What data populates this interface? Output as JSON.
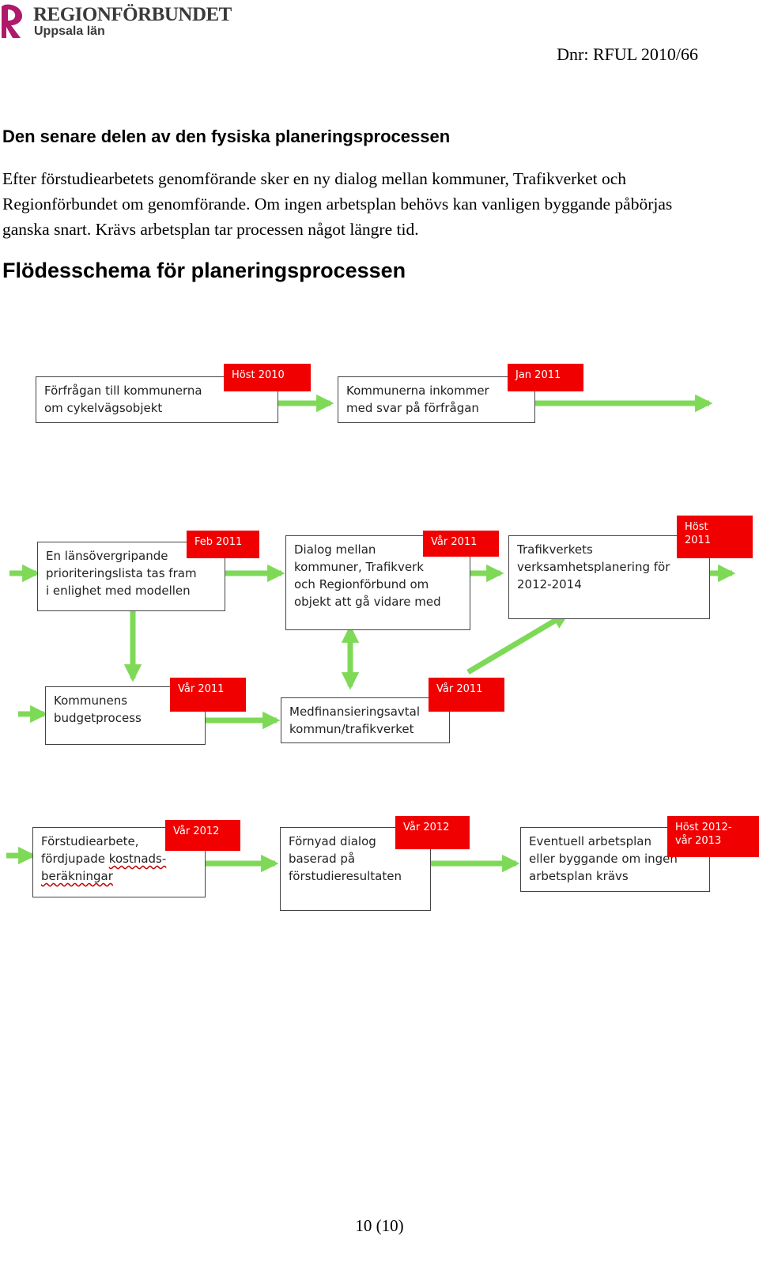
{
  "header": {
    "logo_name": "REGIONFÖRBUNDET",
    "logo_sub": "Uppsala län",
    "dnr": "Dnr: RFUL 2010/66"
  },
  "section": {
    "heading": "Den senare delen av den fysiska planeringsprocessen",
    "body": "Efter förstudiearbetets genomförande sker en ny dialog mellan kommuner, Trafikverket och Regionförbundet om genomförande. Om ingen arbetsplan behövs kan vanligen byggande påbörjas ganska snart. Krävs arbetsplan tar processen något längre tid."
  },
  "flow": {
    "heading": "Flödesschema för planeringsprocessen",
    "boxes": [
      {
        "id": "box1",
        "text": "Förfrågan till kommunerna\nom cykelvägsobjekt",
        "tag": "Höst 2010"
      },
      {
        "id": "box2",
        "text": "Kommunerna inkommer\nmed svar på förfrågan",
        "tag": "Jan 2011"
      },
      {
        "id": "box3",
        "text": "En länsövergripande\nprioriteringslista tas fram\ni enlighet med modellen",
        "tag": "Feb 2011"
      },
      {
        "id": "box4",
        "text": "Dialog mellan\nkommuner, Trafikverk\noch Regionförbund om\nobjekt att gå vidare med",
        "tag": "Vår 2011"
      },
      {
        "id": "box5",
        "text": "Trafikverkets\nverksamhetsplanering för\n2012-2014",
        "tag": "Höst\n2011"
      },
      {
        "id": "box6",
        "text": "Kommunens\nbudgetprocess",
        "tag": "Vår 2011"
      },
      {
        "id": "box7",
        "text": "Medfinansieringsavtal\nkommun/trafikverket",
        "tag": "Vår 2011"
      },
      {
        "id": "box8",
        "text_line1": "Förstudiearbete,",
        "text_line2_prefix": "fördjupade ",
        "text_line2_wavy": "kostnads-",
        "text_line3_wavy": "beräkningar",
        "tag": "Vår 2012"
      },
      {
        "id": "box9",
        "text": "Förnyad dialog\nbaserad på\nförstudieresultaten",
        "tag": "Vår 2012"
      },
      {
        "id": "box10",
        "text": "Eventuell arbetsplan\neller byggande om ingen\narbetsplan krävs",
        "tag": "Höst 2012-\nvår 2013"
      }
    ]
  },
  "footer": {
    "page": "10 (10)"
  },
  "colors": {
    "arrow": "#7ed957",
    "tag": "#f00000",
    "logo_mark": "#b0186a"
  }
}
